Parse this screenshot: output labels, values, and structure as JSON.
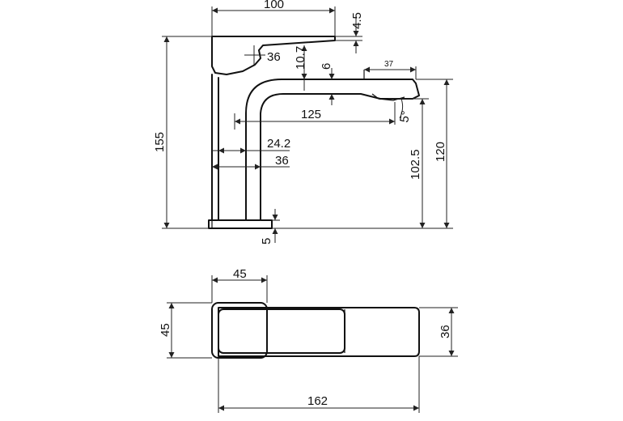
{
  "side_view": {
    "dims": {
      "handle_length": "100",
      "handle_thickness": "4.5",
      "handle_drop": "36",
      "lever_gap": "10.7",
      "spout_thickness": "6",
      "aerator_width": "37",
      "reach": "125",
      "spout_angle": "5°",
      "body_width_inner": "24.2",
      "body_width": "36",
      "spout_height": "102.5",
      "total_spout_height": "120",
      "total_height": "155",
      "base_thickness": "5"
    }
  },
  "top_view": {
    "dims": {
      "base_length": "45",
      "base_width": "45",
      "spout_width": "36",
      "total_length": "162"
    }
  }
}
